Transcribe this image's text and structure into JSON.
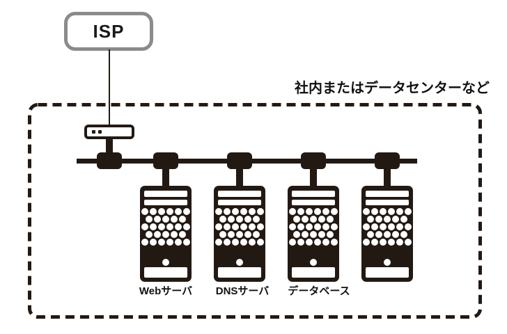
{
  "diagram": {
    "type": "network-topology",
    "isp": {
      "label": "ISP"
    },
    "zone": {
      "label": "社内またはデータセンターなど"
    },
    "router": {
      "description": "router-switch connecting ISP to LAN bus"
    },
    "servers": [
      {
        "label": "Webサーバ"
      },
      {
        "label": "DNSサーバ"
      },
      {
        "label": "データベース"
      },
      {
        "label": ""
      }
    ],
    "colors": {
      "ink": "#231913",
      "isp_border": "#8b8b8b",
      "background": "#ffffff"
    }
  }
}
